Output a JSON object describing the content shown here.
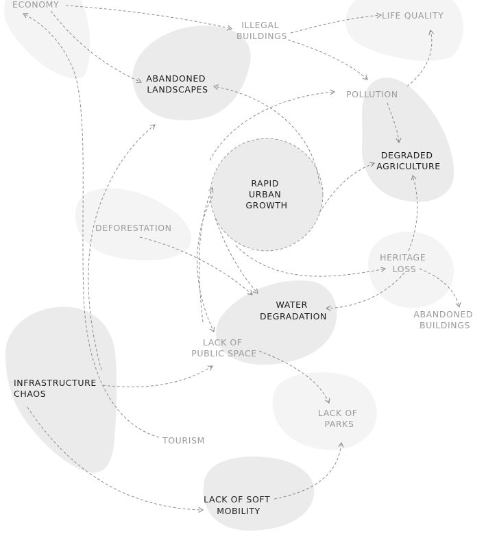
{
  "nodes": {
    "economy": "ECONOMY",
    "illegal_buildings": [
      "ILLEGAL",
      "BUILDINGS"
    ],
    "life_quality": "LIFE QUALITY",
    "abandoned_landscapes": [
      "ABANDONED",
      "LANDSCAPES"
    ],
    "pollution": "POLLUTION",
    "degraded_agriculture": [
      "DEGRADED",
      "AGRICULTURE"
    ],
    "rapid_urban_growth": [
      "RAPID",
      "URBAN",
      "GROWTH"
    ],
    "deforestation": "DEFORESTATION",
    "heritage_loss": [
      "HERITAGE",
      "LOSS"
    ],
    "water_degradation": [
      "WATER",
      "DEGRADATION"
    ],
    "abandoned_buildings": [
      "ABANDONED",
      "BUILDINGS"
    ],
    "lack_of_public_space": [
      "LACK OF",
      "PUBLIC SPACE"
    ],
    "infrastructure_chaos": [
      "INFRASTRUCTURE",
      "CHAOS"
    ],
    "lack_of_parks": [
      "LACK OF",
      "PARKS"
    ],
    "tourism": "TOURISM",
    "lack_of_soft_mobility": [
      "LACK OF SOFT",
      "MOBILITY"
    ]
  },
  "colors": {
    "dark_text": "#1a1a1a",
    "light_text": "#9a9a9a",
    "blob_fill": "#ebebeb",
    "arrow_stroke": "#8a8a8a"
  }
}
